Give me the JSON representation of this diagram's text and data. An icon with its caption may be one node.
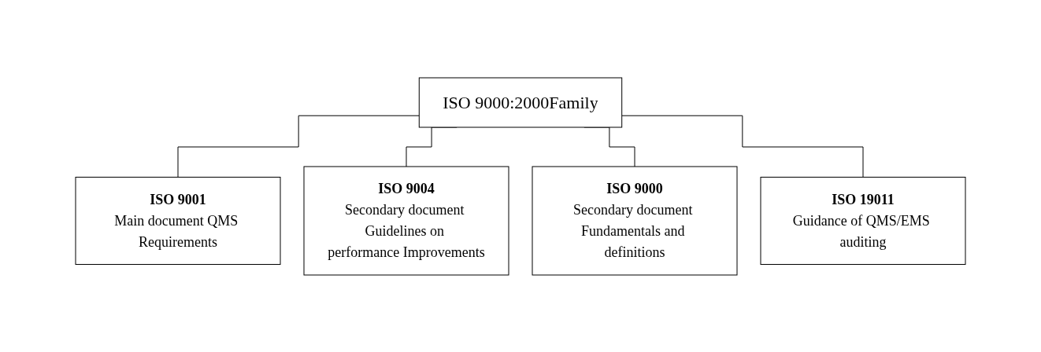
{
  "diagram": {
    "nodes": [
      {
        "text": [
          "ISO 9000:2000Family"
        ]
      },
      {
        "text": [
          "ISO 9001",
          "Main document QMS Requirements"
        ]
      },
      {
        "text": [
          "ISO 9004",
          "Secondary document Guidelines on performance Improvements"
        ]
      },
      {
        "text": [
          "ISO 9000",
          "Secondary document Fundamentals and definitions"
        ]
      },
      {
        "text": [
          "ISO 19011",
          "Guidance of QMS/EMS auditing"
        ]
      }
    ],
    "edges": [
      {
        "from": 0,
        "to": 1,
        "arrow": "none"
      },
      {
        "from": 0,
        "to": 2,
        "arrow": "none"
      },
      {
        "from": 0,
        "to": 3,
        "arrow": "none"
      },
      {
        "from": 0,
        "to": 4,
        "arrow": "none"
      }
    ]
  }
}
